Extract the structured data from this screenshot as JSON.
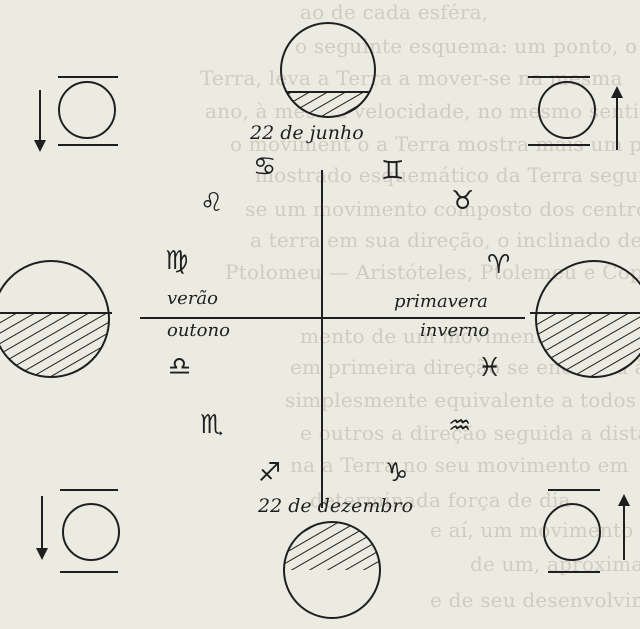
{
  "labels": {
    "june": "22 de junho",
    "december": "22 de dezembro",
    "summer": "verão",
    "autumn": "outono",
    "spring": "primavera",
    "winter": "inverno"
  },
  "background_text": [
    "ao de cada esféra,",
    "o seguinte esquema: um ponto, o rápido a",
    "Terra, leva a Terra a mover-se na mesma",
    "ano, à mesma velocidade, no mesmo sentido",
    "o moviment o a Terra mostra mais um pouco",
    "mostrado esquemático da Terra segundo o",
    "se um movimento composto dos centros para a",
    "a terra em sua direção, o inclinado de um",
    "Ptolomeu — Aristóteles, Ptolemeu e Copérnico",
    "mento de um movimento em todas os",
    "em primeira direção se encontra à sua",
    "simplesmente equivalente a todos em",
    "e outros a direção seguida a distância",
    "na a Terra no seu movimento em",
    "determinada força de dia",
    "e aí, um movimento de um dos que",
    "de um, aproximadamente, e com",
    "e de seu desenvolvimento"
  ],
  "zodiac": {
    "cancer": "♋",
    "gemini": "♊",
    "taurus": "♉",
    "leo": "♌",
    "aries": "♈",
    "virgo": "♍",
    "libra": "♎",
    "pisces": "♓",
    "scorpio": "♏",
    "aquarius": "♒",
    "sagittarius": "♐",
    "capricorn": "♑"
  },
  "colors": {
    "ink": "#1f1f1f",
    "paper": "#ecebe1"
  }
}
